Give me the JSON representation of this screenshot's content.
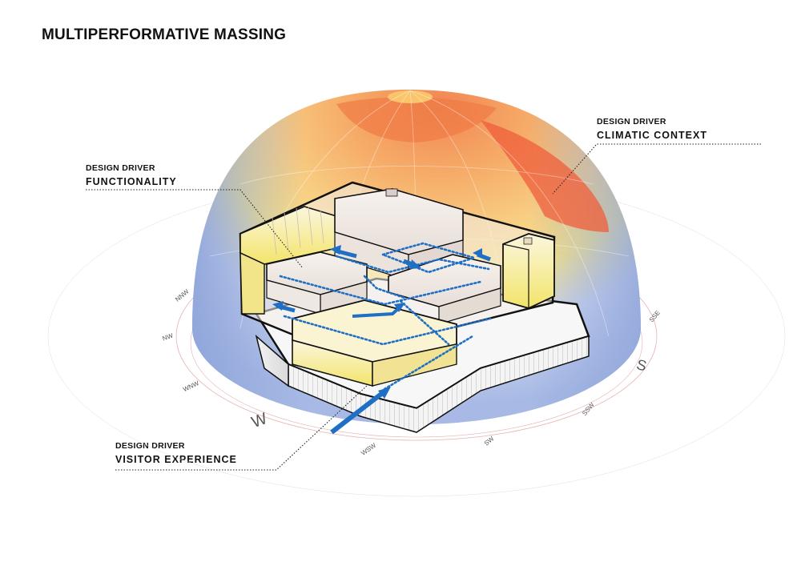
{
  "title": "MULTIPERFORMATIVE MASSING",
  "labels": {
    "climate": {
      "kicker": "DESIGN DRIVER",
      "head": "CLIMATIC CONTEXT"
    },
    "function": {
      "kicker": "DESIGN DRIVER",
      "head": "FUNCTIONALITY"
    },
    "visitor": {
      "kicker": "DESIGN DRIVER",
      "head": "VISITOR EXPERIENCE"
    }
  },
  "compass": {
    "W": "W",
    "S": "S",
    "WSW": "WSW",
    "SW": "SW",
    "SSW": "SSW",
    "WNW": "WNW",
    "NW": "NW",
    "NNW": "NNW",
    "SSE": "SSE"
  },
  "colors": {
    "hot": "#ee5a3a",
    "warm": "#f5a35a",
    "mild": "#f8e27a",
    "cool": "#9fb3e2",
    "circulation": "#1f6fc4"
  }
}
